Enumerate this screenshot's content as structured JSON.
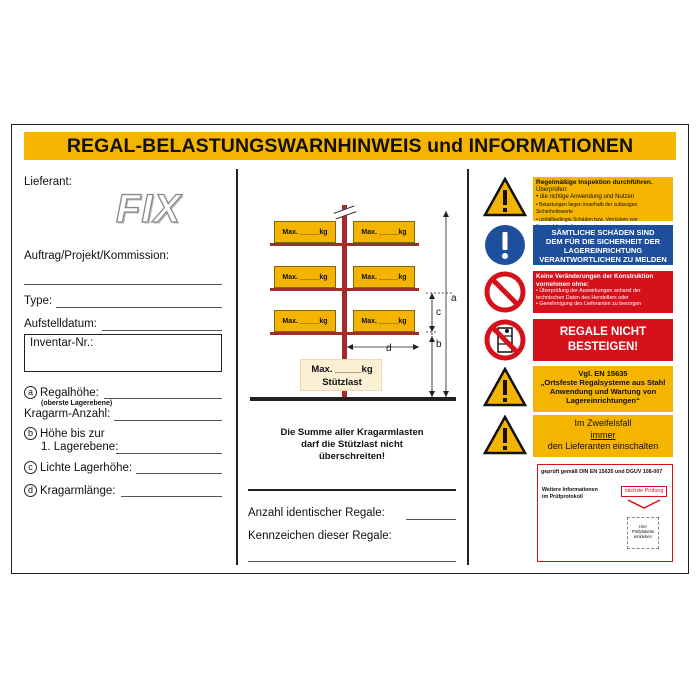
{
  "title": "REGAL-BELASTUNGSWARNHINWEIS und INFORMATIONEN",
  "left": {
    "lieferant": "Lieferant:",
    "logo": "FIX",
    "auftrag": "Auftrag/Projekt/Kommission:",
    "type": "Type:",
    "aufstelldatum": "Aufstelldatum:",
    "inventar": "Inventar-Nr.:",
    "a_letter": "a",
    "regalhoehe": "Regalhöhe:",
    "oberste": "(oberste Lagerebene)",
    "kragarm_anzahl": "Kragarm-Anzahl:",
    "b_letter": "b",
    "hoehe_bis": "Höhe bis zur",
    "lagerebene": "1. Lagerebene:",
    "c_letter": "c",
    "lichte": "Lichte Lagerhöhe:",
    "d_letter": "d",
    "kragarmlaenge": "Kragarmlänge:"
  },
  "middle": {
    "box_label": "Max. _____kg",
    "stuetz_max": "Max. _____kg",
    "stuetzlast": "Stützlast",
    "dim_a": "a",
    "dim_b": "b",
    "dim_c": "c",
    "dim_d": "d",
    "summe_line1": "Die Summe aller Kragarmlasten",
    "summe_line2": "darf die Stützlast nicht",
    "summe_line3": "überschreiten!",
    "anzahl": "Anzahl identischer Regale:",
    "kennzeichen": "Kennzeichen dieser Regale:"
  },
  "right": {
    "p1_title": "Regelmäßige Inspektion durchführen.",
    "p1_l1": "Überprüfen:",
    "p1_l2": "• die richtige Anwendung und Nutzen",
    "p1_l3": "• Belastungen liegen innerhalb der zulässigen Sicherheitswerte",
    "p1_l4": "• umfallbedingte Schäden bzw. Verrücken von Konstruktionsteilen",
    "p2_l1": "SÄMTLICHE SCHÄDEN SIND",
    "p2_l2": "DEM FÜR DIE SICHERHEIT DER",
    "p2_l3": "LAGEREINRICHTUNG",
    "p2_l4": "VERANTWORTLICHEN ZU MELDEN",
    "p3_title": "Keine Veränderungen der Konstruktion vornehmen ohne:",
    "p3_l1": "• Überprüfung der Auswirkungen anhand der technischen Daten des Herstellers oder",
    "p3_l2": "• Genehmigung des Lieferanten zu besorgen",
    "p4_l1": "REGALE NICHT",
    "p4_l2": "BESTEIGEN!",
    "p5_l1": "Vgl. EN 15635",
    "p5_l2": "„Ortsfeste Regalsysteme aus Stahl",
    "p5_l3": "Anwendung und Wartung von",
    "p5_l4": "Lagereinrichtungen“",
    "p6_l1": "Im Zweifelsfall",
    "p6_l2": "immer",
    "p6_l3": "den Lieferanten einschalten",
    "p7_title": "geprüft gemäß DIN EN 15635 und DGUV 108-007",
    "p7_l1": "Weitere Informationen",
    "p7_l2": "im Prüfprotokoll",
    "p7_next": "nächste Prüfung",
    "p7_stamp1": "Hier",
    "p7_stamp2": "Prüfplakette",
    "p7_stamp3": "einkleben"
  },
  "colors": {
    "yellow": "#f5b400",
    "red": "#d5121c",
    "blue": "#1d4f9c",
    "shelf": "#a52a2a"
  }
}
